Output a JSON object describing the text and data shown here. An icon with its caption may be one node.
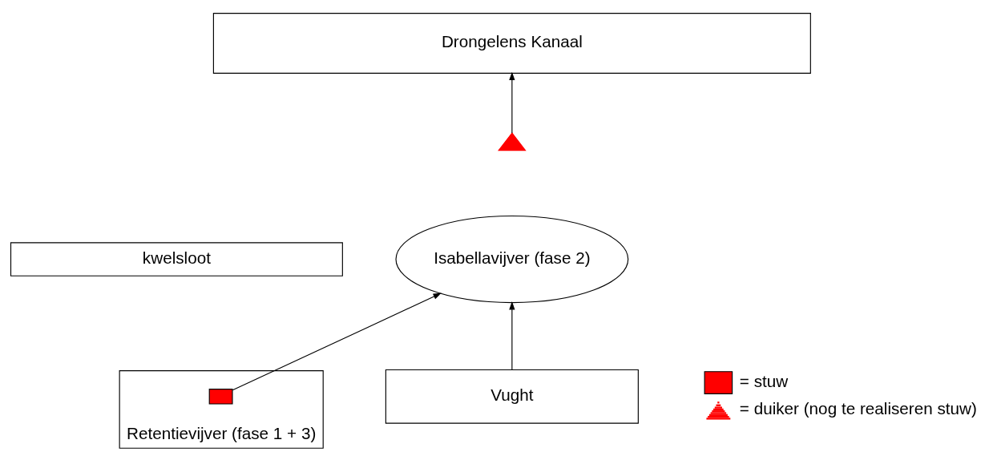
{
  "diagram": {
    "nodes": [
      {
        "text": [
          "Drongelens Kanaal"
        ]
      },
      {
        "text": [
          "kwelsloot"
        ]
      },
      {
        "text": [
          "Retentievijver (fase 1 + 3)"
        ]
      },
      {
        "text": [
          "Isabellavijver (fase 2)"
        ]
      },
      {
        "text": [
          "Vught"
        ]
      },
      {
        "text": [],
        "shape": "box",
        "in": 2
      },
      {
        "text": [],
        "shape": "triangle"
      }
    ],
    "edges": [
      {
        "from": 5,
        "to": 3,
        "arrow": "to"
      },
      {
        "from": 6,
        "to": 0,
        "arrow": "to"
      },
      {
        "from": 4,
        "to": 3,
        "arrow": "to"
      }
    ],
    "legend": [
      {
        "text": "= stuw",
        "color": "#ff0000"
      },
      {
        "text": "= duiker (nog te realiseren stuw)"
      }
    ]
  }
}
